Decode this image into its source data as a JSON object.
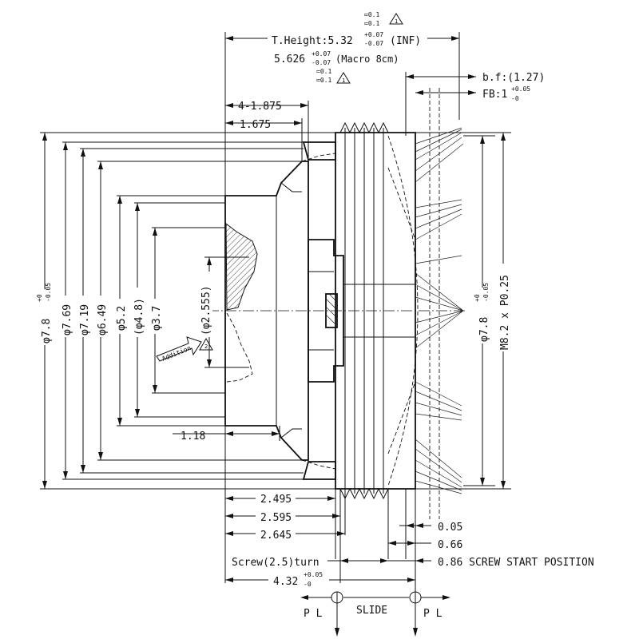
{
  "drawing": {
    "top": {
      "t_height": "T.Height:5.32",
      "t_height_tol_plus": "+0.07",
      "t_height_tol_minus": "-0.07",
      "t_height_note": "(INF)",
      "macro": "5.626",
      "macro_tol_plus": "+0.07",
      "macro_tol_minus": "-0.07",
      "macro_note": "(Macro 8cm)",
      "rev_top": "≔0.1",
      "rev_bottom": "≔0.1",
      "rev_mark": "1",
      "rev_top2": "≔0.1",
      "rev_bottom2": "≔0.1",
      "rev_mark2": "1"
    },
    "top_right": {
      "bf": "b.f:(1.27)",
      "fb": "FB:1",
      "fb_tol_plus": "+0.05",
      "fb_tol_minus": "-0"
    },
    "upper_left": {
      "dim_4_1875": "4-1.875",
      "dim_1675": "1.675"
    },
    "left_diameters": {
      "d78": "φ7.8",
      "d78_tol_plus": "+0",
      "d78_tol_minus": "-0.05",
      "d769": "φ7.69",
      "d719": "φ7.19",
      "d649": "φ6.49",
      "d52": "φ5.2",
      "d48": "(φ4.8)",
      "d37": "φ3.7",
      "d2555": "(φ2.555)",
      "addition": "Addition",
      "addition_mark": "2",
      "dim_118": "1.18"
    },
    "right_side": {
      "d78r": "φ7.8",
      "d78r_tol_plus": "+0",
      "d78r_tol_minus": "-0.05",
      "thread": "M8.2 x P0.25"
    },
    "bottom": {
      "dim_2495": "2.495",
      "dim_2595": "2.595",
      "dim_2645": "2.645",
      "screw": "Screw(2.5)turn",
      "dim_432": "4.32",
      "dim_432_tol_plus": "+0.05",
      "dim_432_tol_minus": "-0",
      "dim_005": "0.05",
      "dim_066": "0.66",
      "dim_086": "0.86 SCREW START POSITION",
      "slide": "SLIDE",
      "pl_left": "P L",
      "pl_right": "P L"
    }
  }
}
